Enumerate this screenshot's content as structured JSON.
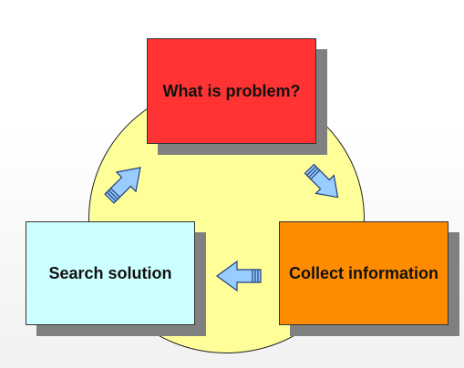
{
  "diagram": {
    "steps": [
      {
        "label": "What is problem?",
        "color": "#ff3333"
      },
      {
        "label": "Collect information",
        "color": "#ff8c00"
      },
      {
        "label": "Search solution",
        "color": "#ccffff"
      }
    ],
    "colors": {
      "circle": "#ffff99",
      "arrow_fill": "#99ccff",
      "shadow": "#808080"
    },
    "arrows": [
      {
        "name": "arrow-up-right-icon",
        "from": "Search solution",
        "to": "What is problem?"
      },
      {
        "name": "arrow-down-right-icon",
        "from": "What is problem?",
        "to": "Collect information"
      },
      {
        "name": "arrow-left-icon",
        "from": "Collect information",
        "to": "Search solution"
      }
    ]
  }
}
